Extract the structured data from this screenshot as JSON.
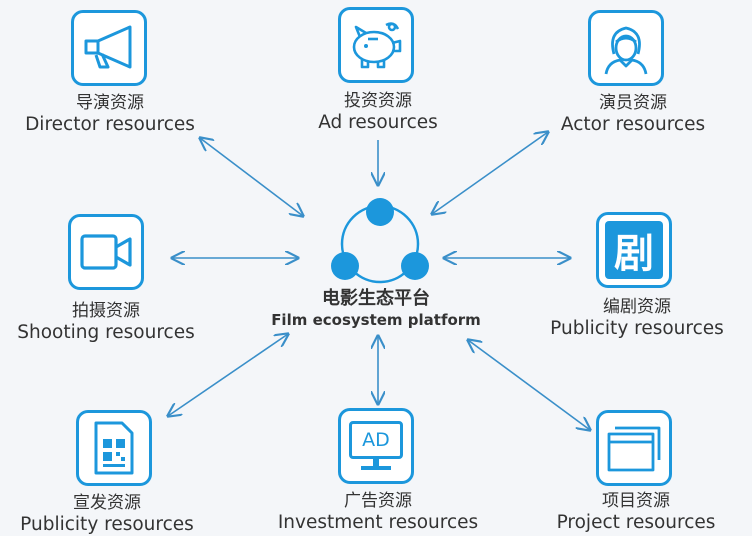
{
  "center": {
    "zh": "电影生态平台",
    "en": "Film ecosystem platform"
  },
  "nodes": [
    {
      "id": "director",
      "zh": "导演资源",
      "en": "Director resources",
      "icon": "megaphone-icon"
    },
    {
      "id": "ad",
      "zh": "投资资源",
      "en": "Ad resources",
      "icon": "piggy-bank-icon"
    },
    {
      "id": "actor",
      "zh": "演员资源",
      "en": "Actor resources",
      "icon": "actor-icon"
    },
    {
      "id": "shooting",
      "zh": "拍摄资源",
      "en": "Shooting resources",
      "icon": "video-camera-icon"
    },
    {
      "id": "script",
      "zh": "编剧资源",
      "en": "Publicity resources",
      "icon": "script-character-icon",
      "icon_text": "剧"
    },
    {
      "id": "publicity",
      "zh": "宣发资源",
      "en": "Publicity resources",
      "icon": "qr-document-icon"
    },
    {
      "id": "investment",
      "zh": "广告资源",
      "en": "Investment resources",
      "icon": "ad-monitor-icon",
      "icon_text": "AD"
    },
    {
      "id": "project",
      "zh": "项目资源",
      "en": "Project resources",
      "icon": "browser-window-icon"
    }
  ],
  "colors": {
    "accent": "#1c97dc",
    "arrow": "#3a8fc9",
    "background": "#f4f6f9"
  }
}
